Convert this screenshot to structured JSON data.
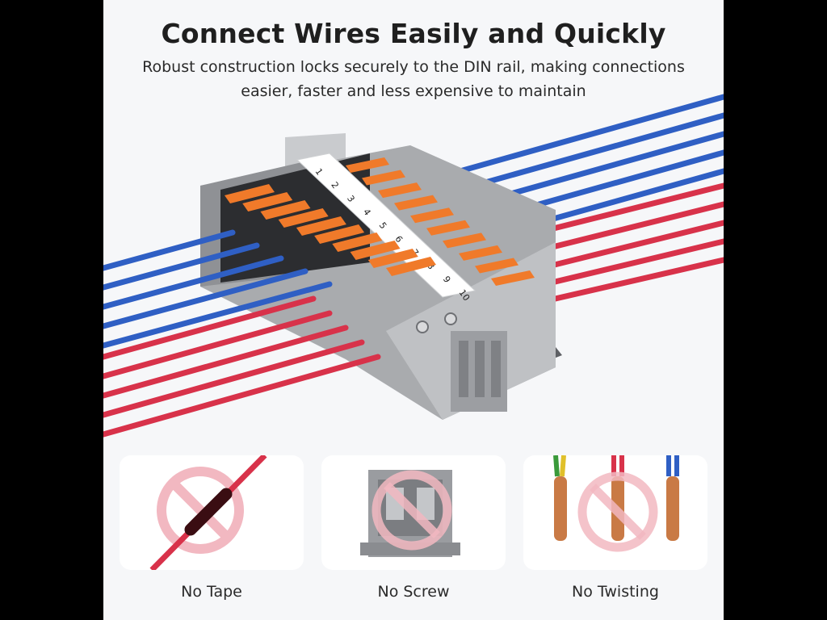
{
  "header": {
    "title": "Connect Wires Easily and Quickly",
    "subtitle_line1": "Robust construction locks securely to the DIN rail, making connections",
    "subtitle_line2": "easier, faster and less expensive to maintain"
  },
  "terminal_numbers": [
    "1",
    "2",
    "3",
    "4",
    "5",
    "6",
    "7",
    "8",
    "9",
    "10"
  ],
  "features": [
    {
      "label": "No Tape",
      "icon": "prohibited-tape-icon"
    },
    {
      "label": "No Screw",
      "icon": "prohibited-screw-terminal-icon"
    },
    {
      "label": "No Twisting",
      "icon": "prohibited-twisted-wires-icon"
    }
  ],
  "colors": {
    "wire_blue": "#2f5fc4",
    "wire_red": "#d8324a",
    "lever_orange": "#f07a2a",
    "terminal_grey": "#b5b7ba",
    "prohibit_pink": "#f2b8c1"
  }
}
